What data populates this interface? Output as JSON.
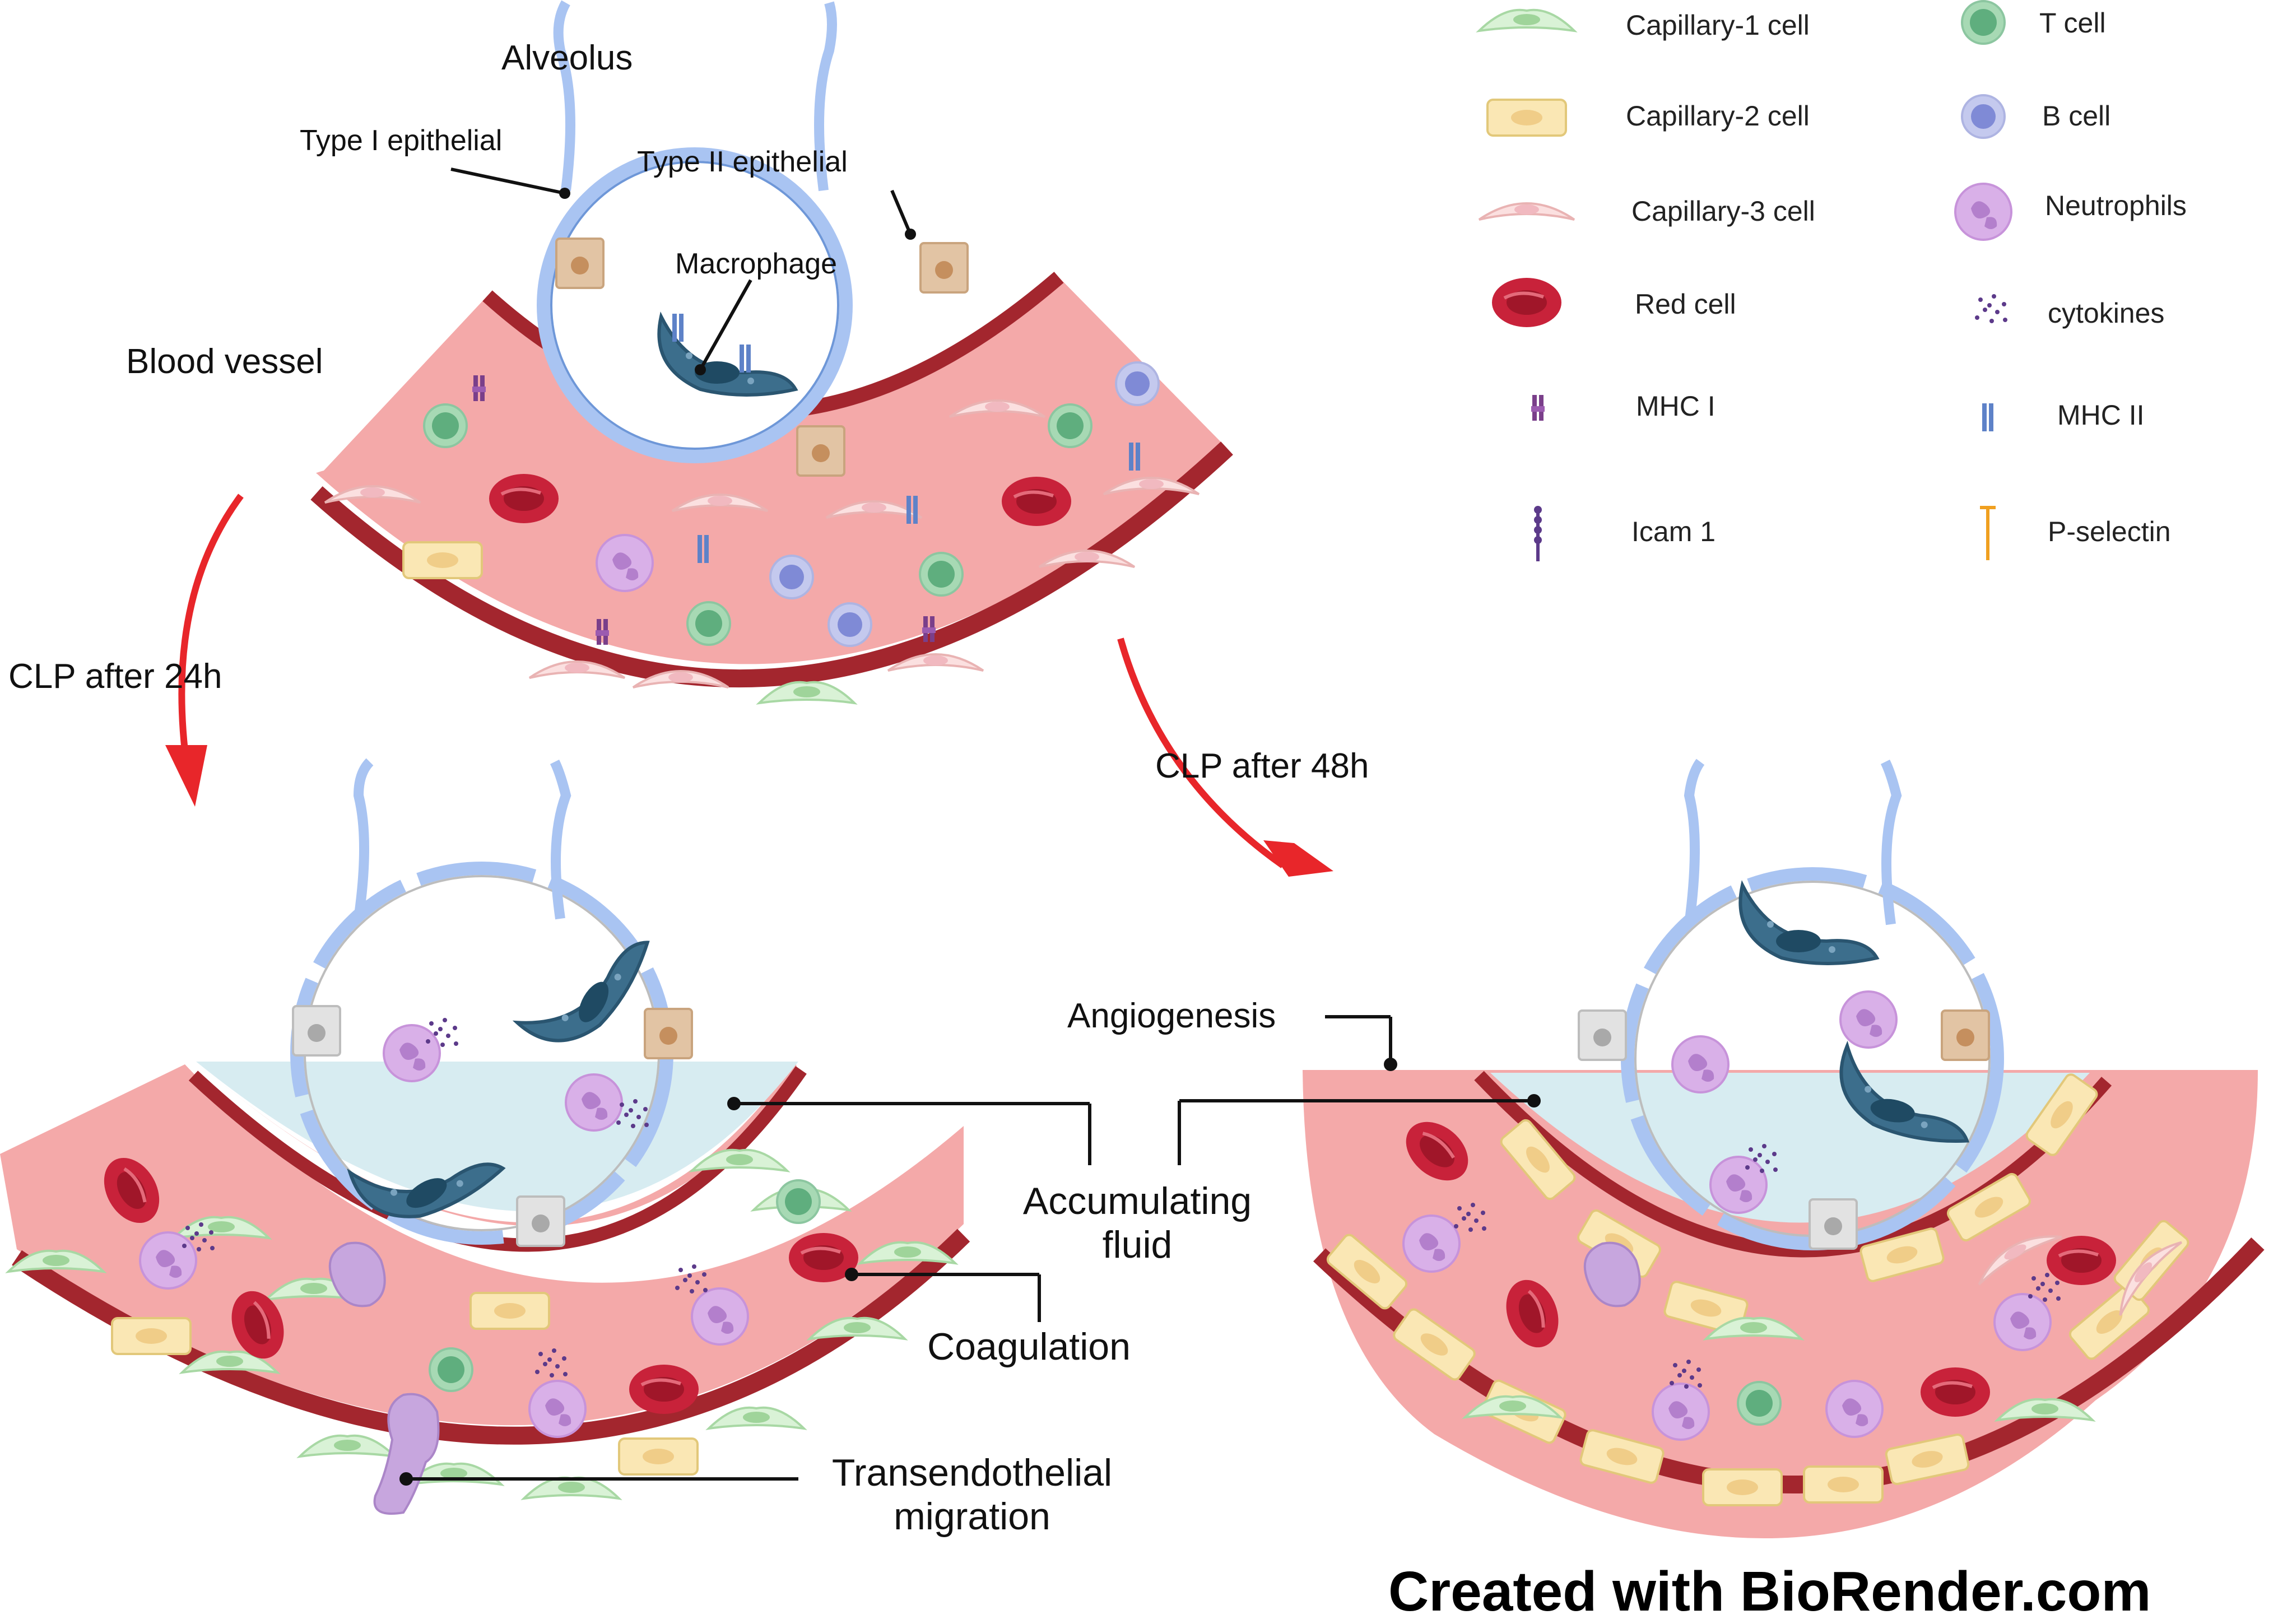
{
  "labels": {
    "alveolus": "Alveolus",
    "type1": "Type I epithelial",
    "type2": "Type II epithelial",
    "macrophage": "Macrophage",
    "blood_vessel": "Blood vessel",
    "clp24": "CLP after 24h",
    "clp48": "CLP after 48h",
    "angiogenesis": "Angiogenesis",
    "accumulating_1": "Accumulating",
    "accumulating_2": "fluid",
    "coagulation": "Coagulation",
    "transendothelial_1": "Transendothelial",
    "transendothelial_2": "migration"
  },
  "legend": [
    {
      "label": "Capillary-1 cell",
      "icon": "capillary-1-cell-icon",
      "color": "#d9f2d6"
    },
    {
      "label": "Capillary-2 cell",
      "icon": "capillary-2-cell-icon",
      "color": "#fae7b4"
    },
    {
      "label": "Capillary-3 cell",
      "icon": "capillary-3-cell-icon",
      "color": "#fbe0e0"
    },
    {
      "label": "Red cell",
      "icon": "red-cell-icon",
      "color": "#c8223a"
    },
    {
      "label": "MHC I",
      "icon": "mhc-i-icon",
      "color": "#7a3f8a"
    },
    {
      "label": "Icam 1",
      "icon": "icam-1-icon",
      "color": "#5c3a8a"
    },
    {
      "label": "T cell",
      "icon": "t-cell-icon",
      "color": "#7fc39a"
    },
    {
      "label": "B cell",
      "icon": "b-cell-icon",
      "color": "#a9b0e0"
    },
    {
      "label": "Neutrophils",
      "icon": "neutrophil-icon",
      "color": "#d7a9e6"
    },
    {
      "label": "cytokines",
      "icon": "cytokines-icon",
      "color": "#5c3a8a"
    },
    {
      "label": "MHC II",
      "icon": "mhc-ii-icon",
      "color": "#6f8fcf"
    },
    {
      "label": "P-selectin",
      "icon": "p-selectin-icon",
      "color": "#f0a020"
    }
  ],
  "colors": {
    "vessel_fill": "#f4a9a9",
    "vessel_wall": "#a3262e",
    "epithelium": "#a9c4f2",
    "fluid": "#d7ecf1",
    "macrophage": "#3c6e8c",
    "arrow": "#e8262a"
  },
  "credit": "Created with BioRender.com"
}
